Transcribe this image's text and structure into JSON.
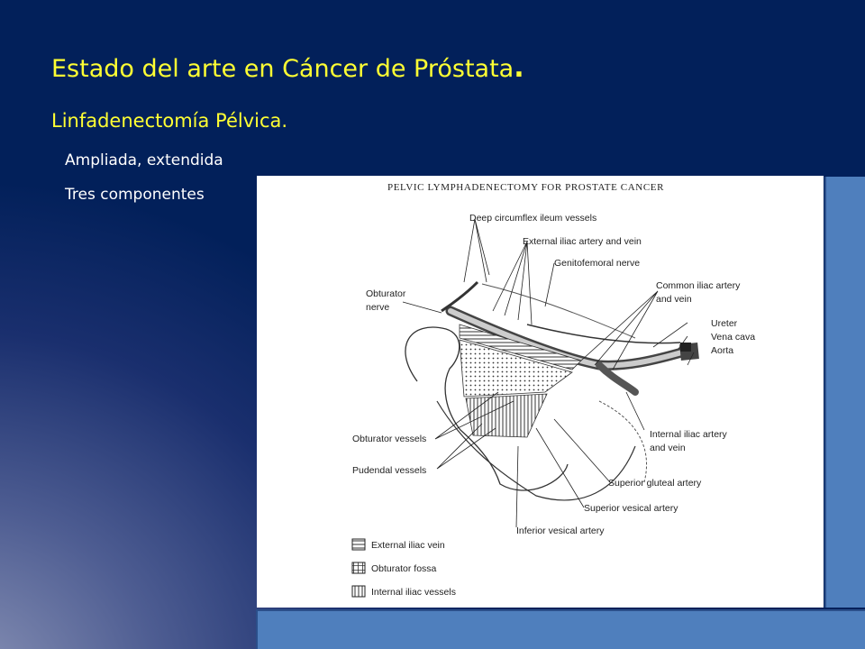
{
  "slide": {
    "title": "Estado del arte en Cáncer de Próstata",
    "title_dot": ".",
    "subtitle": "Linfadenectomía Pélvica.",
    "bullets": [
      "Ampliada, extendida",
      "Tres componentes"
    ],
    "colors": {
      "background": "#02205a",
      "heading": "#ffff33",
      "bullet_text": "#ffffff",
      "accent_block": "#4f7fbd"
    }
  },
  "figure": {
    "title": "PELVIC LYMPHADENECTOMY FOR PROSTATE CANCER",
    "labels": {
      "deep_circumflex": "Deep circumflex ileum vessels",
      "external_iliac": "External iliac artery and vein",
      "genitofemoral": "Genitofemoral nerve",
      "obturator_nerve_1": "Obturator",
      "obturator_nerve_2": "nerve",
      "common_iliac_1": "Common iliac artery",
      "common_iliac_2": "and vein",
      "ureter": "Ureter",
      "vena_cava": "Vena cava",
      "aorta": "Aorta",
      "obturator_vessels": "Obturator vessels",
      "internal_iliac_1": "Internal iliac artery",
      "internal_iliac_2": "and vein",
      "pudendal": "Pudendal vessels",
      "superior_gluteal": "Superior gluteal artery",
      "superior_vesical": "Superior vesical artery",
      "inferior_vesical": "Inferior vesical artery"
    },
    "legend": [
      "External iliac vein",
      "Obturator fossa",
      "Internal iliac vessels"
    ]
  }
}
